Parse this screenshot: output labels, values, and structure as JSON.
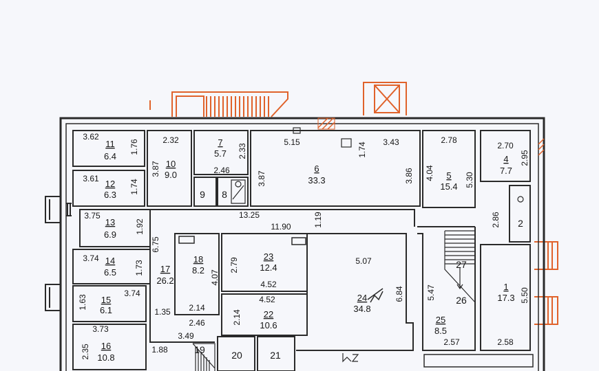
{
  "colors": {
    "wall": "#2a2a2a",
    "annex": "#e0622a",
    "paper": "#f6f7fb"
  },
  "rooms": [
    {
      "id": "room-11",
      "num": "11",
      "area": "6.4"
    },
    {
      "id": "room-12",
      "num": "12",
      "area": "6.3"
    },
    {
      "id": "room-13",
      "num": "13",
      "area": "6.9"
    },
    {
      "id": "room-14",
      "num": "14",
      "area": "6.5"
    },
    {
      "id": "room-15",
      "num": "15",
      "area": "6.1"
    },
    {
      "id": "room-16",
      "num": "16",
      "area": "10.8"
    },
    {
      "id": "room-10",
      "num": "10",
      "area": "9.0"
    },
    {
      "id": "room-7",
      "num": "7",
      "area": "5.7"
    },
    {
      "id": "room-6",
      "num": "6",
      "area": "33.3"
    },
    {
      "id": "room-5",
      "num": "5",
      "area": "15.4"
    },
    {
      "id": "room-4",
      "num": "4",
      "area": "7.7"
    },
    {
      "id": "room-17",
      "num": "17",
      "area": "26.2"
    },
    {
      "id": "room-18",
      "num": "18",
      "area": "8.2"
    },
    {
      "id": "room-23",
      "num": "23",
      "area": "12.4"
    },
    {
      "id": "room-22",
      "num": "22",
      "area": "10.6"
    },
    {
      "id": "room-24",
      "num": "24",
      "area": "34.8"
    },
    {
      "id": "room-25",
      "num": "25",
      "area": "8.5"
    },
    {
      "id": "room-1",
      "num": "1",
      "area": "17.3"
    }
  ],
  "plain_labels": [
    "9",
    "8",
    "2",
    "26",
    "27",
    "19",
    "20",
    "21"
  ],
  "dimensions": [
    "3.62",
    "1.76",
    "2.32",
    "3.87",
    "2.33",
    "2.46",
    "5.15",
    "1.74",
    "3.43",
    "3.87",
    "3.86",
    "2.78",
    "4.04",
    "5.30",
    "2.70",
    "2.95",
    "3.61",
    "1.74",
    "3.75",
    "1.92",
    "13.25",
    "11.90",
    "1.19",
    "2.86",
    "6.75",
    "3.74",
    "1.73",
    "4.07",
    "2.79",
    "4.52",
    "5.07",
    "1.63",
    "3.74",
    "1.35",
    "2.14",
    "2.46",
    "4.52",
    "2.14",
    "6.84",
    "5.47",
    "5.50",
    "3.73",
    "2.35",
    "3.49",
    "1.88",
    "2.57",
    "2.58"
  ]
}
